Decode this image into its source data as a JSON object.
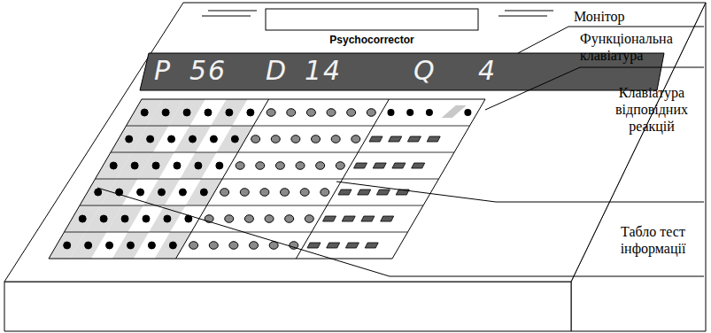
{
  "diagram": {
    "nodes": [
      {
        "text": [
          "P",
          "56",
          "D",
          "14",
          "Q",
          "4"
        ]
      }
    ],
    "labels": [
      "Psychocorrector",
      "Монітор",
      "Функціональна клавіатура",
      "Клавіатура відповідних реакцій",
      "Табло тест інформації"
    ]
  }
}
